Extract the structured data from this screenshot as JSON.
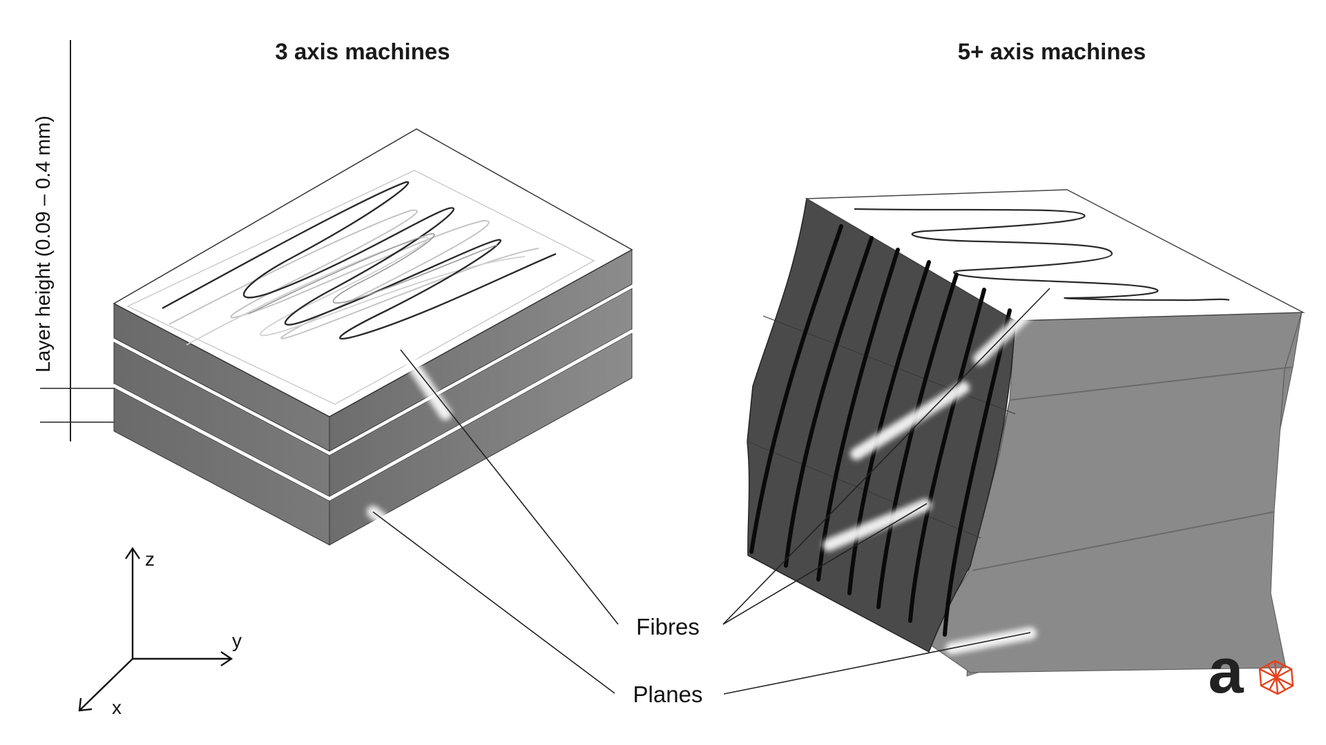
{
  "titles": {
    "left": "3 axis machines",
    "right": "5+ axis machines"
  },
  "left_axis_label": "Layer height (0.09 – 0.4 mm)",
  "callouts": {
    "fibres": "Fibres",
    "planes": "Planes"
  },
  "axes": {
    "z": "z",
    "y": "y",
    "x": "x"
  },
  "logo": {
    "letter": "a",
    "accent_color": "#e8401c"
  },
  "colors": {
    "top_face": "#ffffff",
    "front_face": "#6e6e6e",
    "side_face": "#8a8a8a",
    "dark_face": "#4a4a4a",
    "fibre": "#0a0a0a"
  }
}
